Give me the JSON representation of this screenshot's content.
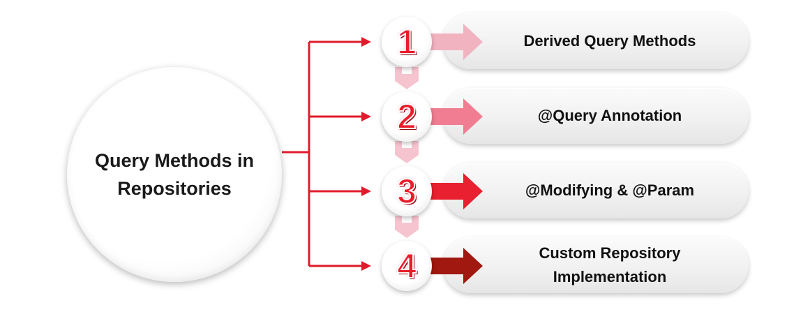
{
  "main_topic": {
    "title": "Query Methods in Repositories"
  },
  "steps": [
    {
      "number": "1",
      "label": "Derived Query Methods",
      "arrow_color": "#f2b3c1"
    },
    {
      "number": "2",
      "label": "@Query Annotation",
      "arrow_color": "#f07d92"
    },
    {
      "number": "3",
      "label": "@Modifying & @Param",
      "arrow_color": "#e8202f"
    },
    {
      "number": "4",
      "label": "Custom Repository Implementation",
      "arrow_color": "#a0180f"
    }
  ],
  "colors": {
    "connector": "#e01b2b",
    "number": "#ec1c2b",
    "down_arrow": "#f6c4cf"
  }
}
